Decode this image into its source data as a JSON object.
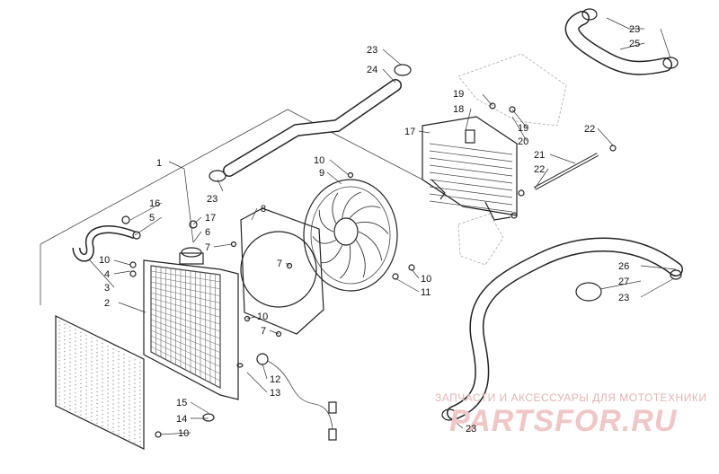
{
  "callouts": {
    "c1": "1",
    "c2": "2",
    "c3": "3",
    "c4": "4",
    "c5": "5",
    "c6": "6",
    "c7a": "7",
    "c7b": "7",
    "c7c": "7",
    "c8": "8",
    "c9": "9",
    "c10a": "10",
    "c10b": "10",
    "c10c": "10",
    "c10d": "10",
    "c10e": "10",
    "c11": "11",
    "c12": "12",
    "c13": "13",
    "c14": "14",
    "c15": "15",
    "c16": "16",
    "c17a": "17",
    "c17b": "17",
    "c18": "18",
    "c19a": "19",
    "c19b": "19",
    "c20": "20",
    "c21": "21",
    "c22a": "22",
    "c22b": "22",
    "c23a": "23",
    "c23b": "23",
    "c23c": "23",
    "c23d": "23",
    "c23e": "23",
    "c24": "24",
    "c25": "25",
    "c26": "26",
    "c27": "27"
  },
  "watermark": {
    "line1": "ЗАПЧАСТИ И АКСЕССУАРЫ ДЛЯ МОТОТЕХНИКИ",
    "line2": "PARTSFOR.RU"
  }
}
